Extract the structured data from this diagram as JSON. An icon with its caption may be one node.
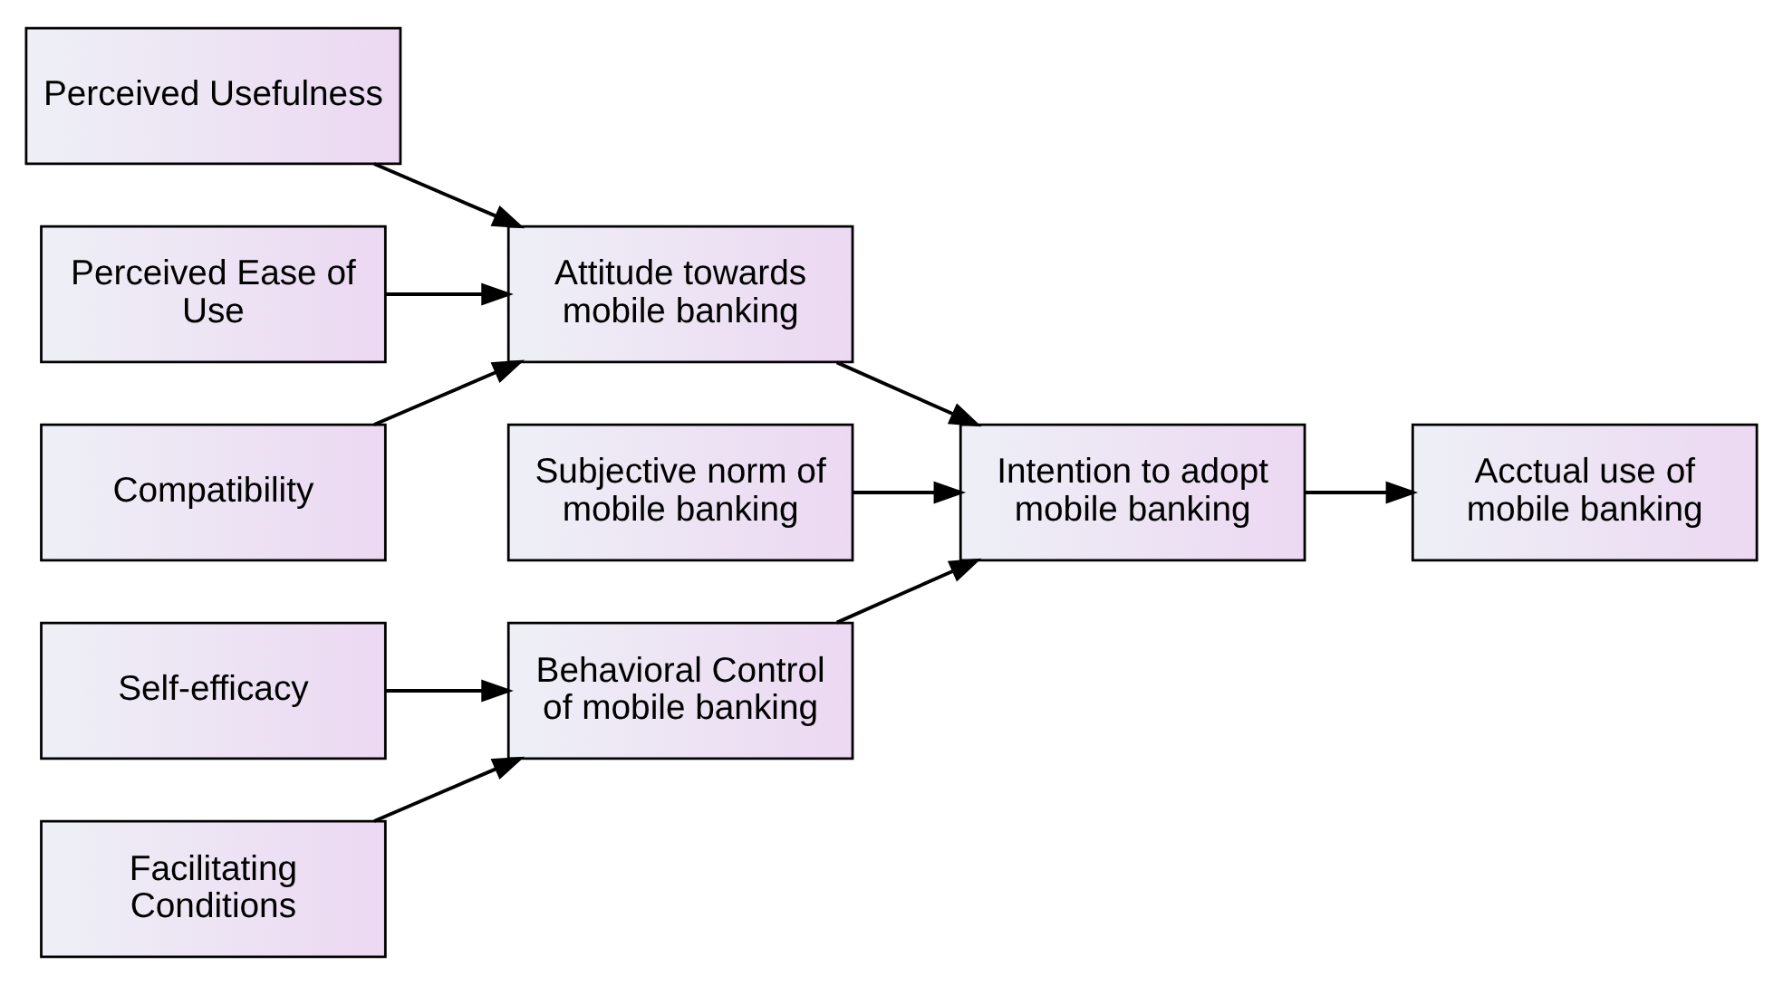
{
  "diagram": {
    "nodes": [
      {
        "text": [
          "Perceived Usefulness"
        ]
      },
      {
        "text": [
          "Perceived Ease of Use"
        ]
      },
      {
        "text": [
          "Compatibility"
        ]
      },
      {
        "text": [
          "Attitude towards mobile banking"
        ]
      },
      {
        "text": [
          "Subjective norm of mobile banking"
        ]
      },
      {
        "text": [
          "Intention to adopt mobile banking"
        ]
      },
      {
        "text": [
          "Acctual use of mobile banking"
        ]
      },
      {
        "text": [
          "Self-efficacy"
        ]
      },
      {
        "text": [
          "Behavioral Control of mobile banking"
        ]
      },
      {
        "text": [
          "Facilitating Conditions"
        ]
      }
    ],
    "edges": [
      {
        "from": 0,
        "to": 3,
        "arrow": "to"
      },
      {
        "from": 1,
        "to": 3,
        "arrow": "to"
      },
      {
        "from": 2,
        "to": 3,
        "arrow": "to"
      },
      {
        "from": 3,
        "to": 5,
        "arrow": "to"
      },
      {
        "from": 4,
        "to": 5,
        "arrow": "to"
      },
      {
        "from": 8,
        "to": 5,
        "arrow": "to"
      },
      {
        "from": 5,
        "to": 6,
        "arrow": "to"
      },
      {
        "from": 7,
        "to": 8,
        "arrow": "to"
      },
      {
        "from": 9,
        "to": 8,
        "arrow": "to"
      }
    ]
  }
}
